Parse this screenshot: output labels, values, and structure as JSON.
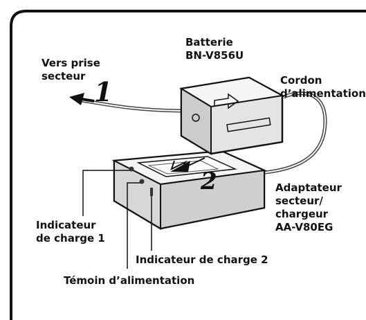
{
  "labels": {
    "battery": [
      "Batterie",
      "BN-V856U"
    ],
    "to_outlet": [
      "Vers prise",
      "secteur"
    ],
    "power_cord": [
      "Cordon",
      "d’alimentation"
    ],
    "adapter": [
      "Adaptateur",
      "secteur/",
      "chargeur",
      "AA-V80EG"
    ],
    "charge_indicator_1": [
      "Indicateur",
      "de charge 1"
    ],
    "charge_indicator_2": "Indicateur de charge 2",
    "power_lamp": "Témoin d’alimentation"
  },
  "steps": {
    "step_1": "1",
    "step_2": "2"
  }
}
